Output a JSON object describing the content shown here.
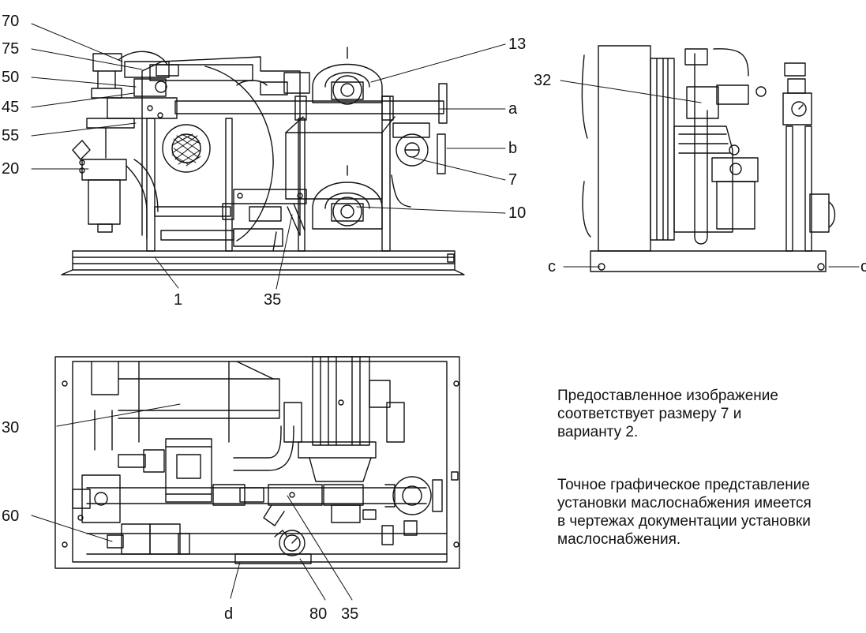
{
  "callouts": {
    "front_view": [
      "70",
      "75",
      "50",
      "45",
      "55",
      "20",
      "13",
      "a",
      "b",
      "7",
      "10",
      "1",
      "35"
    ],
    "side_view": [
      "32",
      "c",
      "c"
    ],
    "top_view": [
      "30",
      "60",
      "d",
      "80",
      "35"
    ]
  },
  "notes": {
    "note_1": [
      "Предоставленное изображение",
      "соответствует размеру 7 и",
      "варианту 2."
    ],
    "note_2": [
      "Точное графическое представление",
      "установки маслоснабжения имеется",
      "в чертежах документации установки",
      "маслоснабжения."
    ]
  }
}
